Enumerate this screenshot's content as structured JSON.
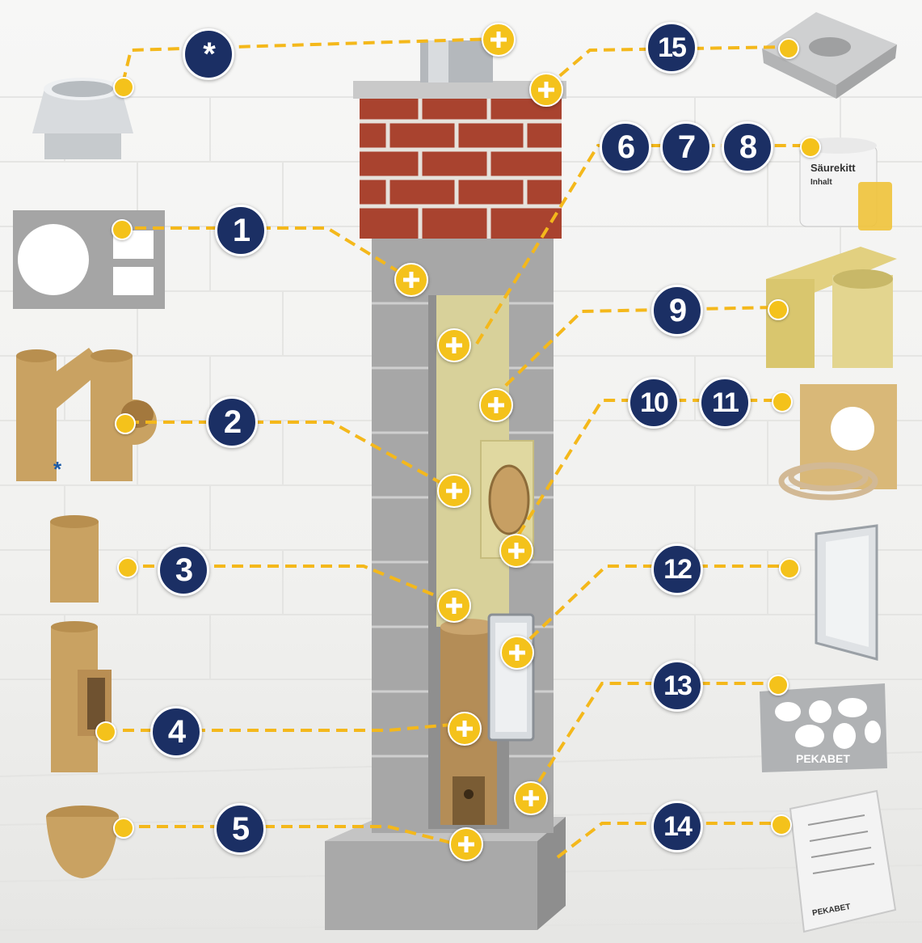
{
  "callouts": {
    "star": "*",
    "n1": "1",
    "n2": "2",
    "n3": "3",
    "n4": "4",
    "n5": "5",
    "n6": "6",
    "n7": "7",
    "n8": "8",
    "n9": "9",
    "n10": "10",
    "n11": "11",
    "n12": "12",
    "n13": "13",
    "n14": "14",
    "n15": "15"
  },
  "tee_asterisk": "*",
  "jar_label": "Säurekitt",
  "jar_inhalt": "Inhalt",
  "plate_brand": "PEKABET",
  "manual_brand": "PEKABET",
  "colors": {
    "badge": "#1b2f64",
    "accent": "#f4c21b",
    "brick": "#a8432f",
    "block": "#a6a6a6",
    "ceramic": "#c9a262",
    "insulation": "#d6cf8e"
  }
}
